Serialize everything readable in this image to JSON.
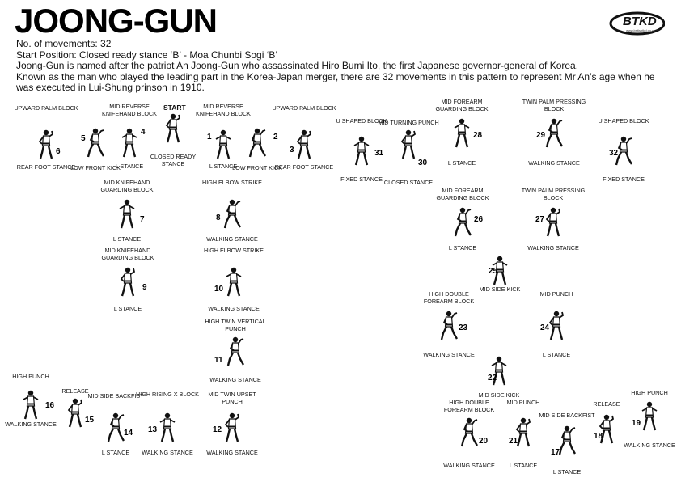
{
  "title": "JOONG-GUN",
  "intro": {
    "movements": "No. of movements: 32",
    "start_position": "Start Position: Closed ready stance ‘B’ - Moa Chunbi Sogi ‘B’",
    "description": "Joong-Gun is named after the patriot An Joong-Gun who assassinated Hiro Bumi Ito, the first Japanese governor-general of Korea.",
    "description2": "Known as the man who played the leading part in the Korea-Japan merger, there are 32 movements in this pattern to represent Mr An’s age when he was executed in Lui-Shung prinson in 1910."
  },
  "logo": {
    "text": "BTKD",
    "url": "www.britishtkd.co.uk ®"
  },
  "start_label": "START",
  "moves": [
    {
      "id": "start",
      "number": "",
      "top": "",
      "bottom": "CLOSED READY STANCE"
    },
    {
      "id": "m1",
      "number": "1",
      "top": "MID REVERSE KNIFEHAND BLOCK",
      "bottom": "L STANCE"
    },
    {
      "id": "m2",
      "number": "2",
      "top": "",
      "bottom": "LOW FRONT KICK"
    },
    {
      "id": "m3",
      "number": "3",
      "top": "UPWARD PALM BLOCK",
      "bottom": "REAR FOOT STANCE"
    },
    {
      "id": "m4",
      "number": "4",
      "top": "MID REVERSE KNIFEHAND BLOCK",
      "bottom": "L STANCE"
    },
    {
      "id": "m5",
      "number": "5",
      "top": "",
      "bottom": "LOW FRONT KICK"
    },
    {
      "id": "m6",
      "number": "6",
      "top": "UPWARD PALM BLOCK",
      "bottom": "REAR FOOT STANCE"
    },
    {
      "id": "m7",
      "number": "7",
      "top": "MID KNIFEHAND GUARDING BLOCK",
      "bottom": "L STANCE"
    },
    {
      "id": "m8",
      "number": "8",
      "top": "HIGH ELBOW STRIKE",
      "bottom": "WALKING STANCE"
    },
    {
      "id": "m9",
      "number": "9",
      "top": "MID KNIFEHAND GUARDING BLOCK",
      "bottom": "L STANCE"
    },
    {
      "id": "m10",
      "number": "10",
      "top": "HIGH ELBOW STRIKE",
      "bottom": "WALKING STANCE"
    },
    {
      "id": "m11",
      "number": "11",
      "top": "HIGH TWIN VERTICAL PUNCH",
      "bottom": "WALKING STANCE"
    },
    {
      "id": "m12",
      "number": "12",
      "top": "MID TWIN UPSET PUNCH",
      "bottom": "WALKING STANCE"
    },
    {
      "id": "m13",
      "number": "13",
      "top": "HIGH RISING X BLOCK",
      "bottom": "WALKING STANCE"
    },
    {
      "id": "m14",
      "number": "14",
      "top": "MID SIDE BACKFIST",
      "bottom": "L STANCE"
    },
    {
      "id": "m15",
      "number": "15",
      "top": "RELEASE",
      "bottom": ""
    },
    {
      "id": "m16",
      "number": "16",
      "top": "HIGH PUNCH",
      "bottom": "WALKING STANCE"
    },
    {
      "id": "m17",
      "number": "17",
      "top": "MID SIDE BACKFIST",
      "bottom": "L STANCE"
    },
    {
      "id": "m18",
      "number": "18",
      "top": "RELEASE",
      "bottom": ""
    },
    {
      "id": "m19",
      "number": "19",
      "top": "HIGH PUNCH",
      "bottom": "WALKING STANCE"
    },
    {
      "id": "m20",
      "number": "20",
      "top": "HIGH DOUBLE FOREARM BLOCK",
      "bottom": "WALKING STANCE"
    },
    {
      "id": "m21",
      "number": "21",
      "top": "MID PUNCH",
      "bottom": "L STANCE"
    },
    {
      "id": "m22",
      "number": "22",
      "top": "",
      "bottom": "MID SIDE KICK"
    },
    {
      "id": "m23",
      "number": "23",
      "top": "HIGH DOUBLE FOREARM BLOCK",
      "bottom": "WALKING STANCE"
    },
    {
      "id": "m24",
      "number": "24",
      "top": "MID PUNCH",
      "bottom": "L STANCE"
    },
    {
      "id": "m25",
      "number": "25",
      "top": "",
      "bottom": "MID SIDE KICK"
    },
    {
      "id": "m26",
      "number": "26",
      "top": "MID FOREARM GUARDING BLOCK",
      "bottom": "L STANCE"
    },
    {
      "id": "m27",
      "number": "27",
      "top": "TWIN PALM PRESSING BLOCK",
      "bottom": "WALKING STANCE"
    },
    {
      "id": "m28",
      "number": "28",
      "top": "MID FOREARM GUARDING BLOCK",
      "bottom": "L STANCE"
    },
    {
      "id": "m29",
      "number": "29",
      "top": "TWIN PALM PRESSING BLOCK",
      "bottom": "WALKING STANCE"
    },
    {
      "id": "m30",
      "number": "30",
      "top": "MID TURNING PUNCH",
      "bottom": "CLOSED STANCE"
    },
    {
      "id": "m31",
      "number": "31",
      "top": "U SHAPED BLOCK",
      "bottom": "FIXED STANCE"
    },
    {
      "id": "m32",
      "number": "32",
      "top": "U SHAPED BLOCK",
      "bottom": "FIXED STANCE"
    }
  ]
}
